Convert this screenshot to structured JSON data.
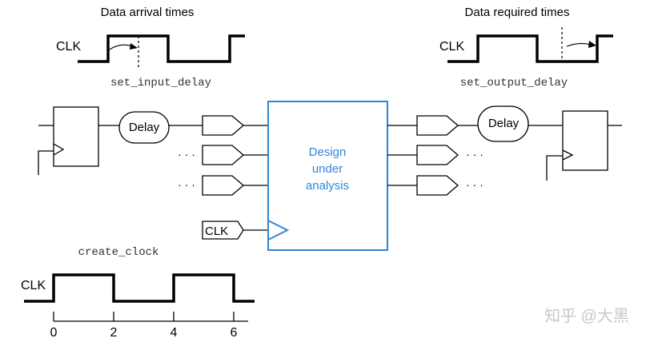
{
  "colors": {
    "design_block": "#2f86d4",
    "line": "#000000",
    "watermark": "#c8c8c8"
  },
  "input_side": {
    "title": "Data arrival times",
    "clk_label": "CLK",
    "command": "set_input_delay",
    "delay_label": "Delay",
    "ellipsis": "· · ·"
  },
  "output_side": {
    "title": "Data required times",
    "clk_label": "CLK",
    "command": "set_output_delay",
    "delay_label": "Delay",
    "ellipsis": "· · ·"
  },
  "design": {
    "line1": "Design",
    "line2": "under",
    "line3": "analysis",
    "clock_port_label": "CLK"
  },
  "clock": {
    "command": "create_clock",
    "clk_label": "CLK",
    "ticks": [
      "0",
      "2",
      "4",
      "6"
    ]
  },
  "watermark": "知乎 @大黑"
}
